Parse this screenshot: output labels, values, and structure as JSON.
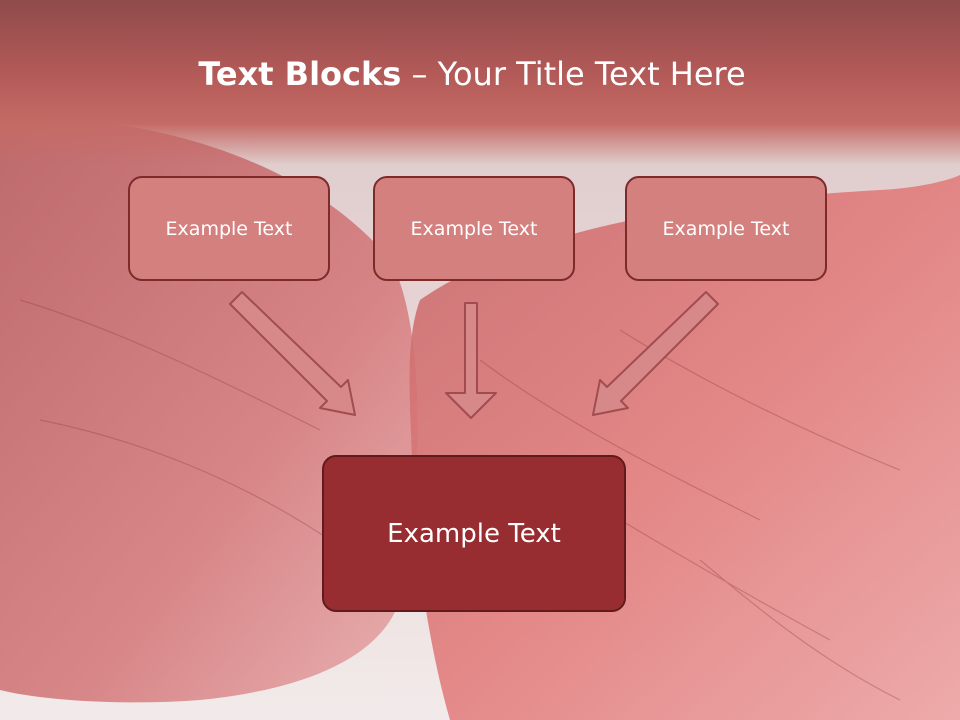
{
  "slide": {
    "title_bold": "Text Blocks",
    "title_dash": " – ",
    "title_rest": "Your Title Text Here"
  },
  "top_boxes": [
    {
      "label": "Example Text"
    },
    {
      "label": "Example Text"
    },
    {
      "label": "Example Text"
    }
  ],
  "bottom_box": {
    "label": "Example Text"
  },
  "colors": {
    "title_band": "#b35a58",
    "small_box_fill": "#d3807f",
    "big_box_fill": "#982d31",
    "border": "#7d2a2a",
    "arrow_fill": "#d7898a"
  }
}
